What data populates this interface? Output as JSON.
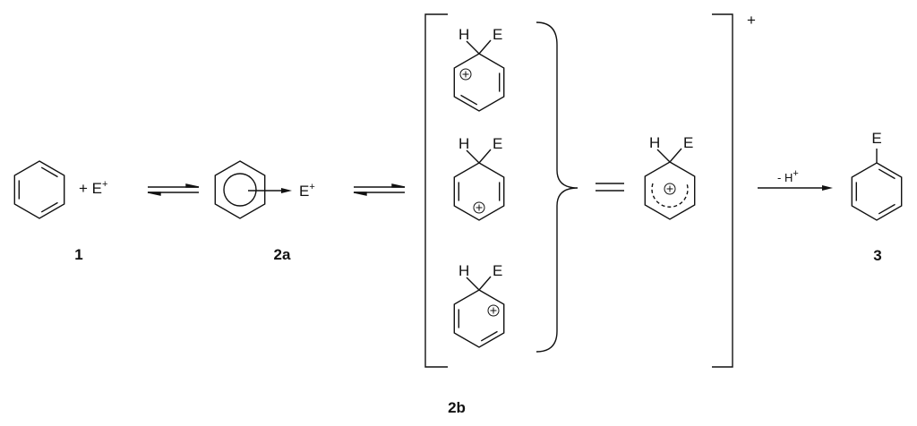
{
  "reactant": {
    "label": "1",
    "plus_reagent": "+ E",
    "charge": "+"
  },
  "pi_complex": {
    "label": "2a",
    "electrophile": "E",
    "charge": "+"
  },
  "sigma_complex": {
    "label": "2b",
    "bracket_charge": "+",
    "substituent_h": "H",
    "substituent_e": "E",
    "cation_symbol": "+"
  },
  "deprotonation": {
    "reagent": "- H",
    "charge": "+"
  },
  "product": {
    "label": "3",
    "substituent": "E"
  },
  "colors": {
    "ink": "#111111",
    "background": "#ffffff"
  }
}
